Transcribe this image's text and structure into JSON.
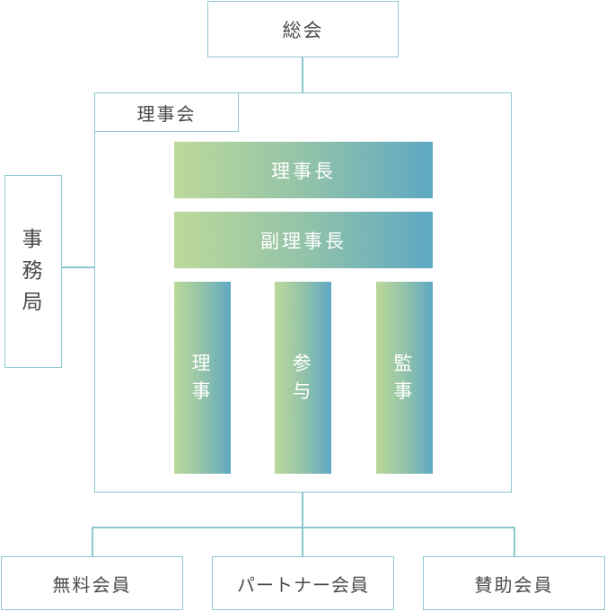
{
  "general_assembly": "総会",
  "board": {
    "label": "理事会",
    "chairman": "理事長",
    "vice_chairman": "副理事長",
    "directors": [
      "理",
      "事"
    ],
    "advisors": [
      "参",
      "与"
    ],
    "auditors": [
      "監",
      "事"
    ]
  },
  "secretariat": [
    "事",
    "務",
    "局"
  ],
  "members": {
    "free": "無料会員",
    "partner": "パートナー会員",
    "supporting": "賛助会員"
  },
  "colors": {
    "line": "#8cc7cf",
    "gradient_start": "#bcd99a",
    "gradient_end": "#5ea8c3"
  }
}
